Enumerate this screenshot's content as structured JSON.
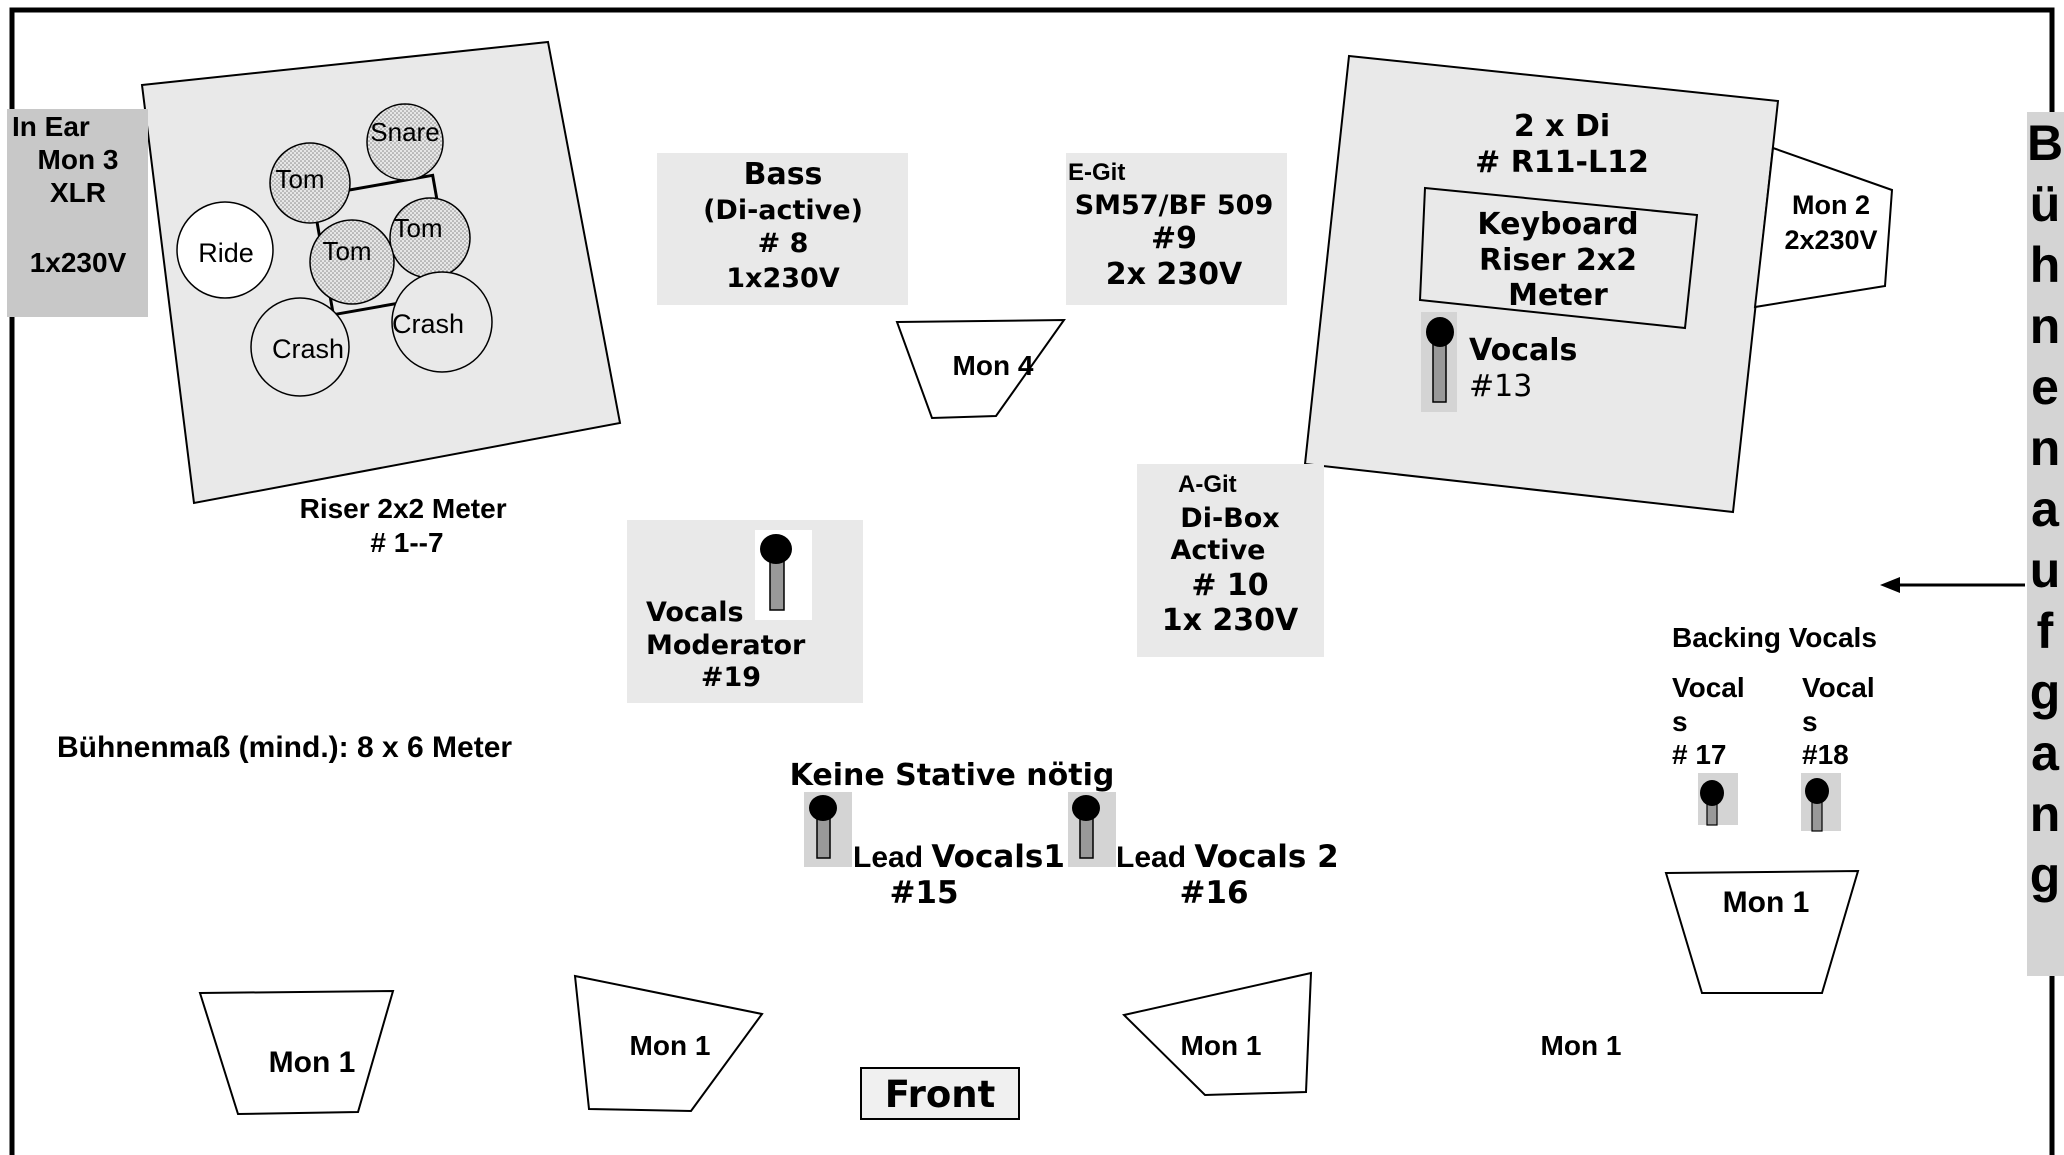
{
  "drum_riser": {
    "in_ear": {
      "line1": "In Ear",
      "line2": "Mon 3",
      "line3": "XLR",
      "line4": "1x230V"
    },
    "drums": [
      "Snare",
      "Tom",
      "Tom",
      "Tom",
      "Ride",
      "Crash",
      "Crash"
    ],
    "label_line1": "Riser 2x2 Meter",
    "label_line2": "# 1--7"
  },
  "bass": {
    "line1": "Bass",
    "line2": "(Di-active)",
    "line3": "# 8",
    "line4": "1x230V"
  },
  "egit": {
    "line1": "E-Git",
    "line2": "SM57/BF 509",
    "line3": "#9",
    "line4": "2x 230V"
  },
  "keyboard": {
    "di_line1": "2 x Di",
    "di_line2": "# R11-L12",
    "riser_line1": "Keyboard",
    "riser_line2": "Riser 2x2",
    "riser_line3": "Meter",
    "vocals_label": "Vocals",
    "vocals_channel": "#13"
  },
  "mon2": {
    "line1": "Mon 2",
    "line2": "2x230V"
  },
  "mon4": "Mon 4",
  "agit": {
    "line1": "A-Git",
    "line2": "Di-Box",
    "line3": "Active",
    "line4": "# 10",
    "line5": "1x 230V"
  },
  "moderator": {
    "line1": "Vocals",
    "line2": "Moderator",
    "line3": "#19"
  },
  "stage_size": "Bühnenmaß (mind.): 8 x 6 Meter",
  "no_stands": "Keine Stative nötig",
  "lead1": {
    "prefix": "Lead ",
    "label": "Vocals1",
    "channel": "#15"
  },
  "lead2": {
    "prefix": "Lead ",
    "label": "Vocals 2",
    "channel": "#16"
  },
  "backing": {
    "title": "Backing Vocals",
    "v17": {
      "line1": "Vocal",
      "line2": "s",
      "line3": "# 17"
    },
    "v18": {
      "line1": "Vocal",
      "line2": "s",
      "line3": "#18"
    }
  },
  "monitors": {
    "mon1_a": "Mon 1",
    "mon1_b": "Mon 1",
    "mon1_c": "Mon 1",
    "mon1_d": "Mon 1",
    "mon1_e": "Mon 1"
  },
  "front": "Front",
  "entrance_letters": [
    "B",
    "ü",
    "h",
    "n",
    "e",
    "n",
    "a",
    "u",
    "f",
    "g",
    "a",
    "n",
    "g"
  ],
  "colors": {
    "box_fill": "#e9e9e9",
    "side_fill": "#c8c8c8",
    "drum_fill": "#d8d8d8",
    "line": "#000000"
  }
}
